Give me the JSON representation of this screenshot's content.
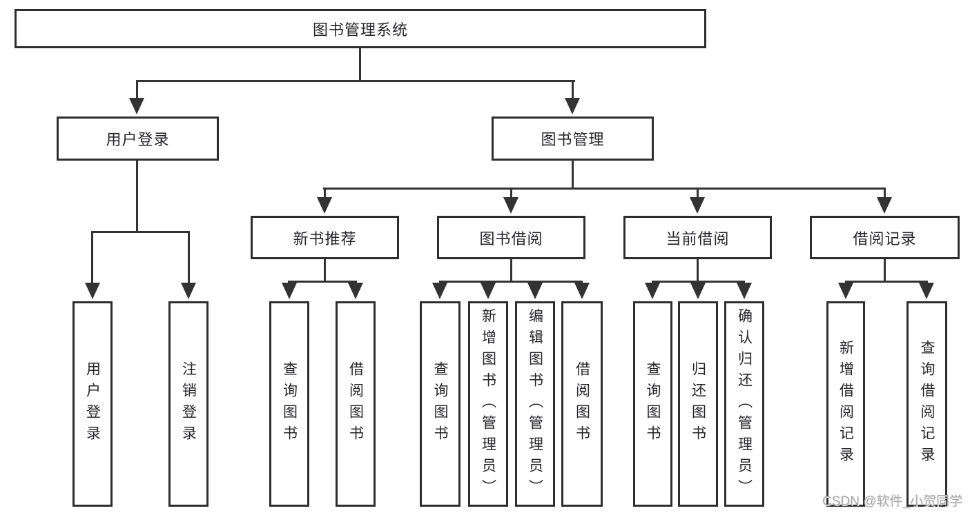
{
  "colors": {
    "background": "#ffffff",
    "line": "#333333",
    "box_border": "#2e2e2e",
    "text": "#26262a",
    "watermark": "#a9a9a9"
  },
  "tree": {
    "label": "图书管理系统",
    "children": [
      {
        "label": "用户登录",
        "children": [
          {
            "label": "用户登录"
          },
          {
            "label": "注销登录"
          }
        ]
      },
      {
        "label": "图书管理",
        "children": [
          {
            "label": "新书推荐",
            "children": [
              {
                "label": "查询图书"
              },
              {
                "label": "借阅图书"
              }
            ]
          },
          {
            "label": "图书借阅",
            "children": [
              {
                "label": "查询图书"
              },
              {
                "label": "新增图书（管理员）"
              },
              {
                "label": "编辑图书（管理员）"
              },
              {
                "label": "借阅图书"
              }
            ]
          },
          {
            "label": "当前借阅",
            "children": [
              {
                "label": "查询图书"
              },
              {
                "label": "归还图书"
              },
              {
                "label": "确认归还（管理员）"
              }
            ]
          },
          {
            "label": "借阅记录",
            "children": [
              {
                "label": "新增借阅记录"
              },
              {
                "label": "查询借阅记录"
              }
            ]
          }
        ]
      }
    ]
  },
  "watermark": {
    "text": "CSDN @软件_小贺同学"
  }
}
